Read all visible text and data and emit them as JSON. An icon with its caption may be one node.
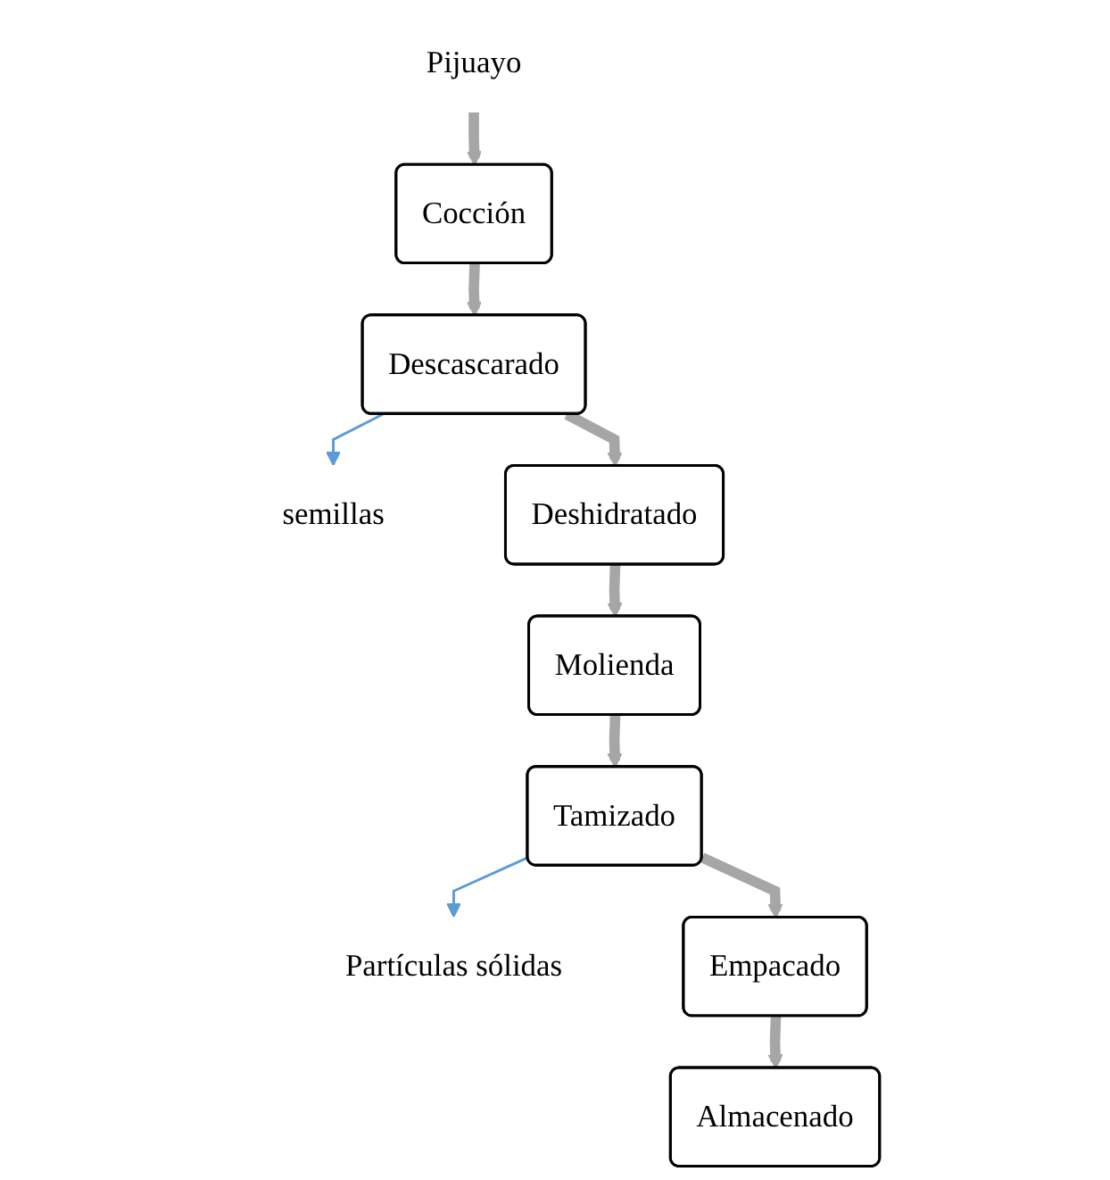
{
  "diagram": {
    "nodes": [
      {
        "text": [
          "Pijuayo"
        ]
      },
      {
        "text": [
          "Cocción"
        ]
      },
      {
        "text": [
          "Descascarado"
        ]
      },
      {
        "text": [
          "semillas"
        ]
      },
      {
        "text": [
          "Deshidratado"
        ]
      },
      {
        "text": [
          "Molienda"
        ]
      },
      {
        "text": [
          "Tamizado"
        ]
      },
      {
        "text": [
          "Partículas sólidas"
        ]
      },
      {
        "text": [
          "Empacado"
        ]
      },
      {
        "text": [
          "Almacenado"
        ]
      }
    ],
    "edges": [
      {
        "from": 0,
        "to": 1,
        "arrow": "to"
      },
      {
        "from": 1,
        "to": 2,
        "arrow": "to"
      },
      {
        "from": 2,
        "to": 3,
        "arrow": "to",
        "color": "#5b9bd5"
      },
      {
        "from": 2,
        "to": 4,
        "arrow": "to"
      },
      {
        "from": 4,
        "to": 5,
        "arrow": "to"
      },
      {
        "from": 5,
        "to": 6,
        "arrow": "to"
      },
      {
        "from": 6,
        "to": 7,
        "arrow": "to",
        "color": "#5b9bd5"
      },
      {
        "from": 6,
        "to": 8,
        "arrow": "to"
      },
      {
        "from": 8,
        "to": 9,
        "arrow": "to"
      }
    ]
  }
}
